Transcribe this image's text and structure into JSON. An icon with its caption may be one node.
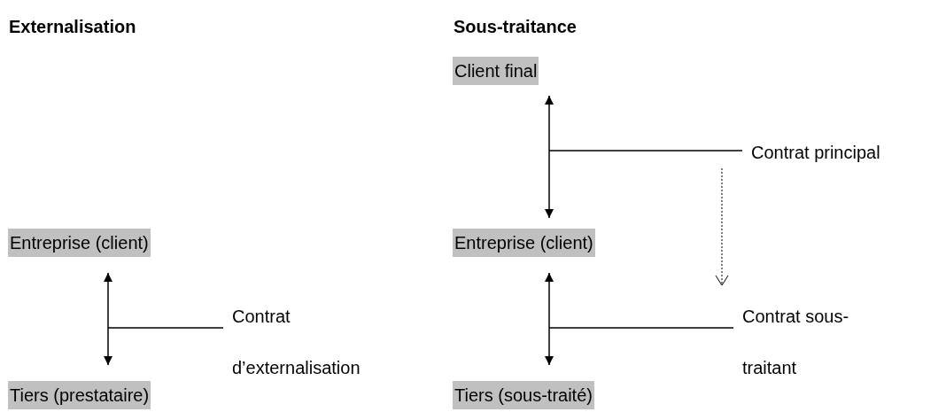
{
  "diagram": {
    "nodes": [
      {
        "text": [
          "Client final"
        ]
      },
      {
        "text": [
          "Entreprise (client)"
        ]
      },
      {
        "text": [
          "Tiers (prestataire)"
        ]
      },
      {
        "text": [
          "Entreprise (client)"
        ]
      },
      {
        "text": [
          "Tiers (sous-traité)"
        ]
      },
      {
        "text": [
          "Contrat principal"
        ]
      },
      {
        "text": [
          "Contrat d’externalisation"
        ]
      },
      {
        "text": [
          "Contrat sous-traitant"
        ]
      }
    ],
    "edges": [
      {
        "from": 1,
        "to": 2,
        "arrow": "both"
      },
      {
        "from": 0,
        "to": 3,
        "arrow": "both"
      },
      {
        "from": 3,
        "to": 4,
        "arrow": "both"
      },
      {
        "from": 6,
        "to": null,
        "arrow": "none"
      },
      {
        "from": 5,
        "to": null,
        "arrow": "none"
      },
      {
        "from": 7,
        "to": null,
        "arrow": "none"
      },
      {
        "from": 5,
        "to": 7,
        "arrow": "to",
        "style": "dashed"
      }
    ],
    "labels": [
      "Externalisation",
      "Sous-traitance"
    ]
  }
}
